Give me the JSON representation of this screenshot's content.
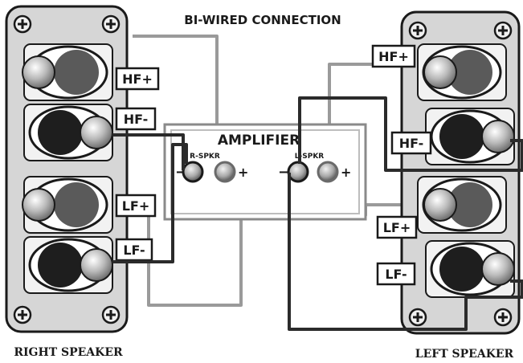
{
  "diagram": {
    "title": "BI-WIRED CONNECTION",
    "amplifier": {
      "label": "AMPLIFIER",
      "right_channel_label": "R-SPKR",
      "left_channel_label": "L-SPKR",
      "minus_symbol": "−",
      "plus_symbol": "+"
    },
    "right_speaker": {
      "caption": "RIGHT SPEAKER",
      "terminals": [
        "HF+",
        "HF-",
        "LF+",
        "LF-"
      ]
    },
    "left_speaker": {
      "caption": "LEFT SPEAKER",
      "terminals": [
        "HF+",
        "HF-",
        "LF+",
        "LF-"
      ]
    },
    "colors": {
      "wire_dark": "#2b2b2b",
      "wire_light": "#9a9a9a",
      "panel": "#d6d6d6",
      "outline": "#1a1a1a"
    }
  }
}
